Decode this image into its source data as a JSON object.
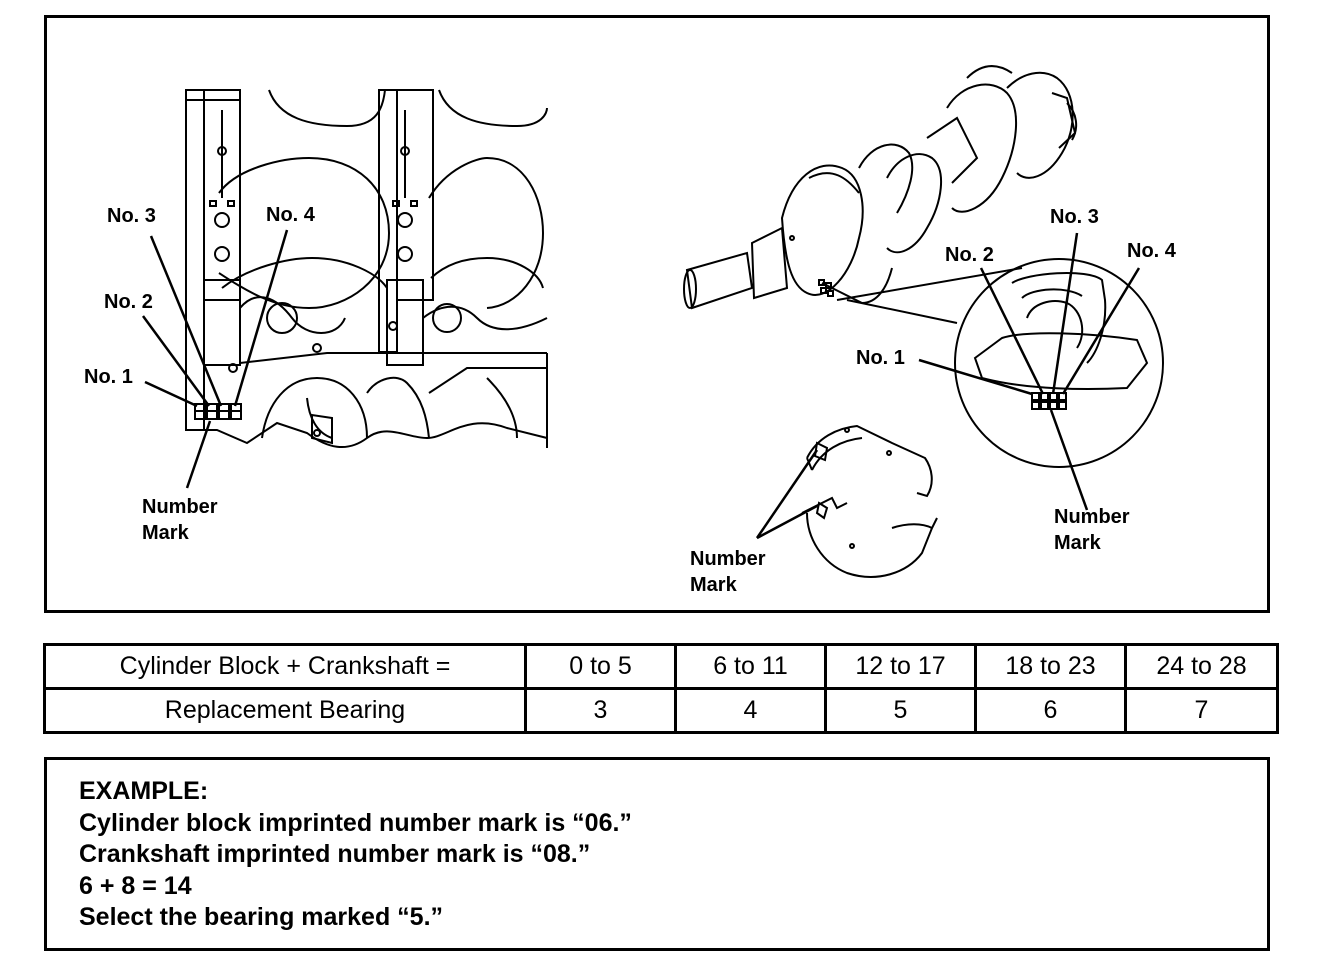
{
  "figure": {
    "block_labels": {
      "no1": "No. 1",
      "no2": "No. 2",
      "no3": "No. 3",
      "no4": "No. 4",
      "number_mark_line1": "Number",
      "number_mark_line2": "Mark"
    },
    "crank_labels": {
      "no1": "No. 1",
      "no2": "No. 2",
      "no3": "No. 3",
      "no4": "No. 4",
      "number_mark_line1": "Number",
      "number_mark_line2": "Mark"
    },
    "bearing_labels": {
      "number_mark_line1": "Number",
      "number_mark_line2": "Mark"
    }
  },
  "table": {
    "row1": {
      "header": "Cylinder Block + Crankshaft =",
      "cells": [
        "0 to 5",
        "6 to 11",
        "12 to 17",
        "18 to 23",
        "24 to 28"
      ]
    },
    "row2": {
      "header": "Replacement Bearing",
      "cells": [
        "3",
        "4",
        "5",
        "6",
        "7"
      ]
    }
  },
  "example": {
    "title": "EXAMPLE:",
    "line1": "Cylinder block imprinted number mark is “06.”",
    "line2": "Crankshaft imprinted number mark is “08.”",
    "line3": "6 + 8 = 14",
    "line4": "Select the bearing marked “5.”"
  }
}
